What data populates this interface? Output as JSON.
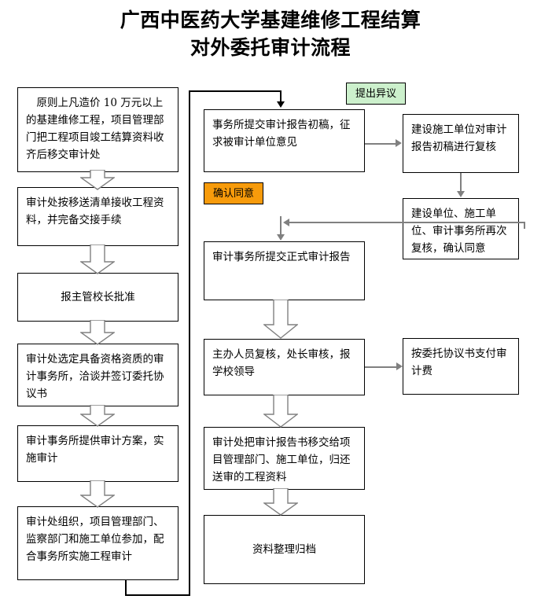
{
  "title": {
    "line1": "广西中医药大学基建维修工程结算",
    "line2": "对外委托审计流程"
  },
  "colors": {
    "box_border": "#000000",
    "box_fill": "#ffffff",
    "connector": "#808080",
    "tag_green": "#ccf0cc",
    "tag_orange": "#f79b0b",
    "text": "#000000"
  },
  "left_column": {
    "nodes": [
      {
        "id": "l1",
        "text": "　原则上凡造价 10 万元以上的基建维修工程，项目管理部门把工程项目竣工结算资料收齐后移交审计处"
      },
      {
        "id": "l2",
        "text": "审计处按移送清单接收工程资料，并完备交接手续"
      },
      {
        "id": "l3",
        "text": "报主管校长批准"
      },
      {
        "id": "l4",
        "text": "审计处选定具备资格资质的审计事务所，洽谈并签订委托协议书"
      },
      {
        "id": "l5",
        "text": "审计事务所提供审计方案，实施审计"
      },
      {
        "id": "l6",
        "text": "审计处组织，项目管理部门、监察部门和施工单位参加，配合事务所实施工程审计"
      }
    ]
  },
  "center_column": {
    "nodes": [
      {
        "id": "c1",
        "text": "事务所提交审计报告初稿，征求被审计单位意见"
      },
      {
        "id": "c2",
        "text": "审计事务所提交正式审计报告"
      },
      {
        "id": "c3",
        "text": "主办人员复核，处长审核，报学校领导"
      },
      {
        "id": "c4",
        "text": "审计处把审计报告书移交给项目管理部门、施工单位，归还送审的工程资料"
      },
      {
        "id": "c5",
        "text": "资料整理归档"
      }
    ]
  },
  "right_column": {
    "nodes": [
      {
        "id": "r1",
        "text": "建设施工单位对审计报告初稿进行复核"
      },
      {
        "id": "r2",
        "text": "建设单位、施工单位、审计事务所再次复核，确认同意"
      },
      {
        "id": "r3",
        "text": "按委托协议书支付审计费"
      }
    ]
  },
  "tags": [
    {
      "id": "t_objection",
      "text": "提出异议",
      "style": "green"
    },
    {
      "id": "t_agree",
      "text": "确认同意",
      "style": "orange"
    }
  ]
}
